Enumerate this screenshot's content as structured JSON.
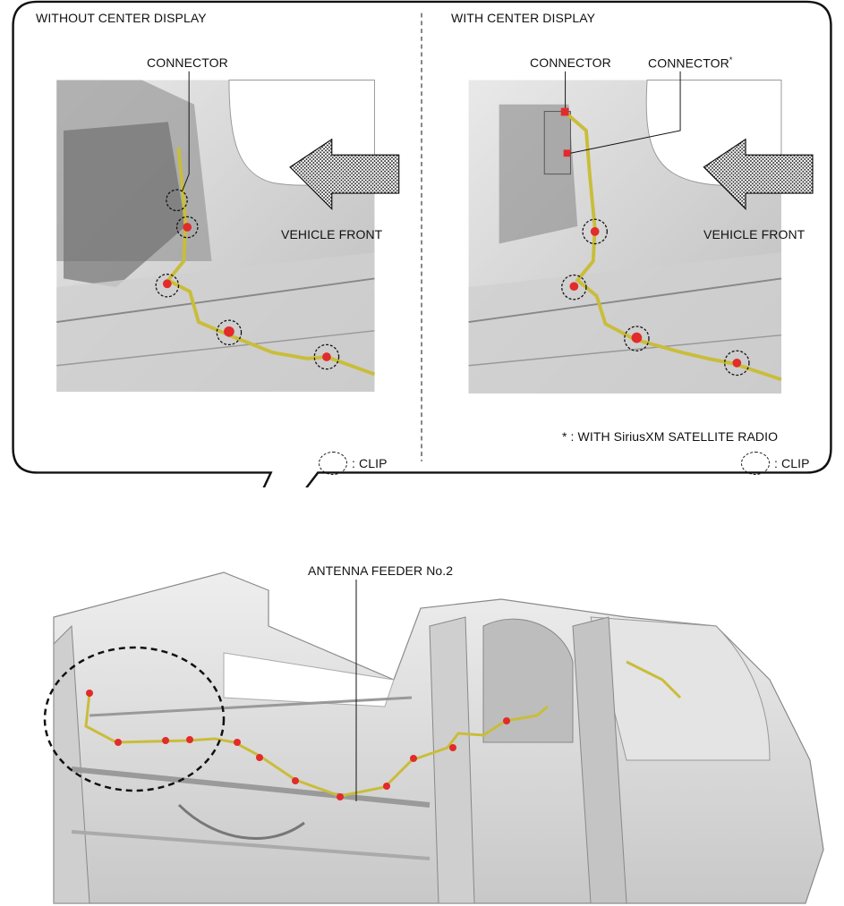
{
  "panels": {
    "left": {
      "title": "WITHOUT CENTER DISPLAY",
      "connector": "CONNECTOR",
      "direction": "VEHICLE FRONT",
      "legend": ": CLIP"
    },
    "right": {
      "title": "WITH CENTER DISPLAY",
      "connector_1": "CONNECTOR",
      "connector_2": "CONNECTOR",
      "connector_2_mark": "*",
      "direction": "VEHICLE FRONT",
      "footnote": "* : WITH SiriusXM SATELLITE RADIO",
      "legend": ": CLIP"
    }
  },
  "main": {
    "part_label": "ANTENNA FEEDER No.2"
  },
  "colors": {
    "harness": "#c9bd3a",
    "clip": "#e22b2b",
    "body_metal": "#d9d9d9",
    "outline": "#111111"
  }
}
